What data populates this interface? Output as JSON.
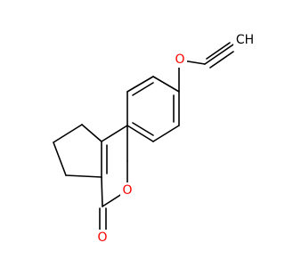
{
  "molecule": {
    "atoms": {
      "ring_oxygen": {
        "symbol": "O",
        "color": "#ff0000"
      },
      "carbonyl_oxygen": {
        "symbol": "O",
        "color": "#ff0000"
      },
      "ether_oxygen": {
        "symbol": "O",
        "color": "#ff0000"
      },
      "terminal_ch": {
        "symbol": "CH",
        "color": "#000000"
      }
    },
    "bond_color": "#000000"
  }
}
